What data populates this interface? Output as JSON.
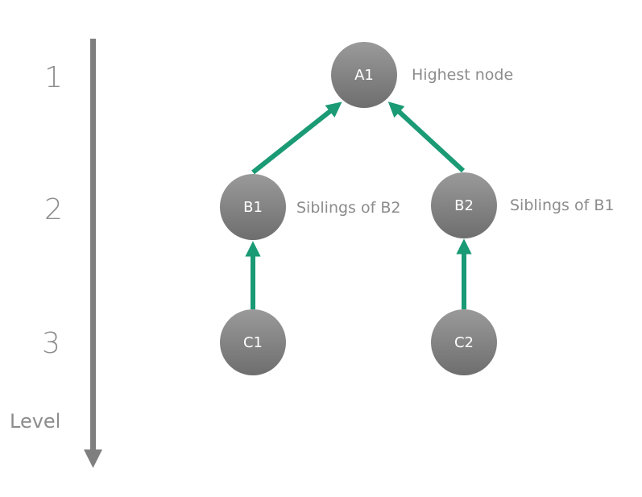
{
  "levels": {
    "axis_label": "Level",
    "items": [
      "1",
      "2",
      "3"
    ]
  },
  "nodes": {
    "A1": {
      "label": "A1",
      "annotation": "Highest node"
    },
    "B1": {
      "label": "B1",
      "annotation": "Siblings of B2"
    },
    "B2": {
      "label": "B2",
      "annotation": "Siblings of B1"
    },
    "C1": {
      "label": "C1"
    },
    "C2": {
      "label": "C2"
    }
  },
  "edges": [
    {
      "from": "B1",
      "to": "A1"
    },
    {
      "from": "B2",
      "to": "A1"
    },
    {
      "from": "C1",
      "to": "B1"
    },
    {
      "from": "C2",
      "to": "B2"
    }
  ],
  "colors": {
    "arrow": "#1a9a75",
    "axis": "#7f7f7f",
    "node_top": "#9a9a9a",
    "node_bottom": "#6e6e6e",
    "text_muted": "#8c8c8c"
  }
}
